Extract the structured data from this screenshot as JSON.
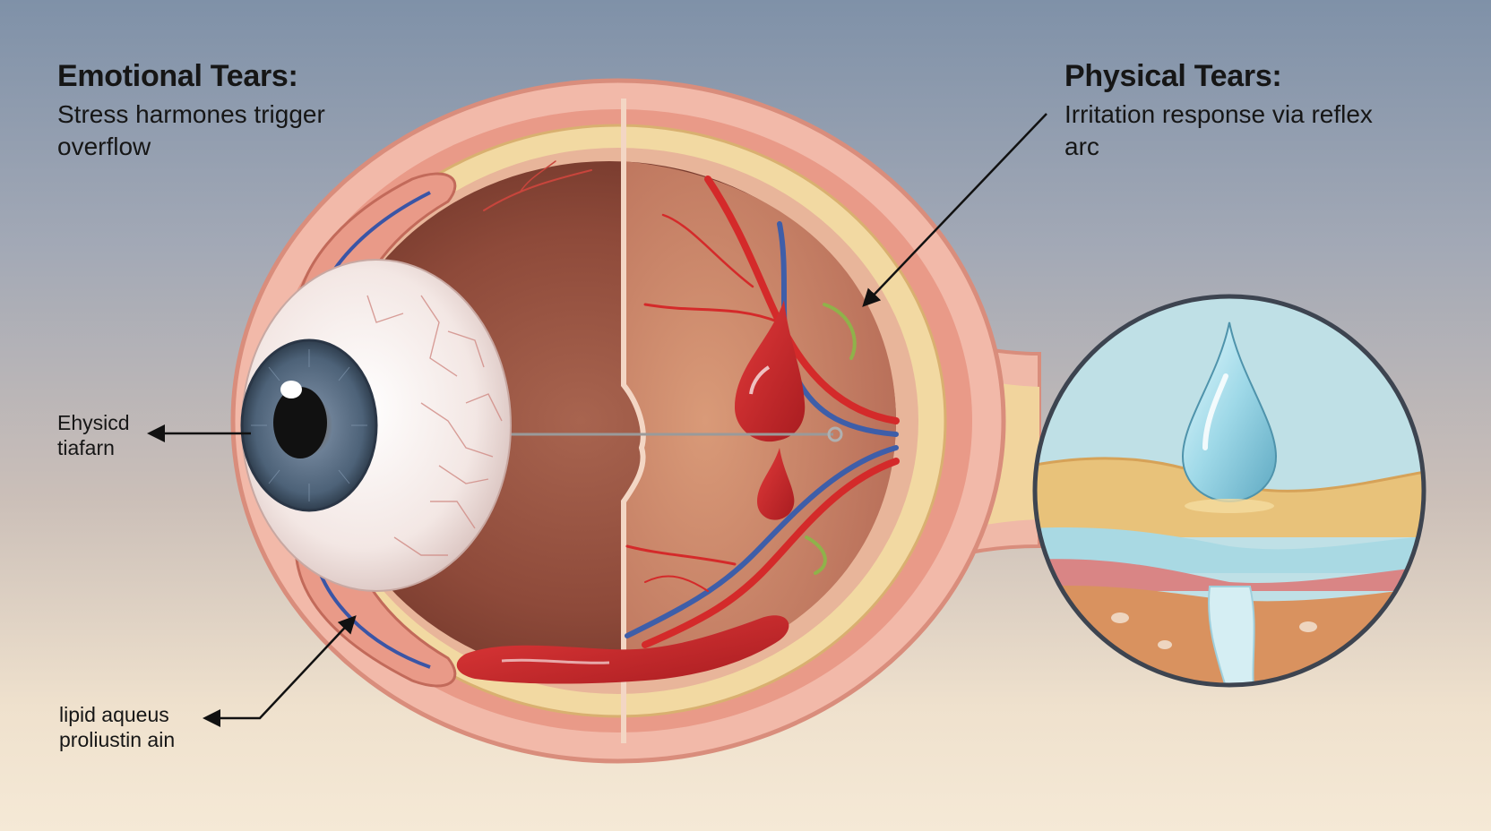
{
  "emotional": {
    "title": "Emotional Tears:",
    "description": "Stress harmones trigger overflow"
  },
  "physical": {
    "title": "Physical Tears:",
    "description": "Irritation response via reflex arc"
  },
  "callouts": {
    "eye": "Ehysicd tiafarn",
    "lower": "lipid aqueus proliustin ain"
  },
  "icons": {
    "eye": "eyeball-icon",
    "drop": "tear-drop-icon"
  }
}
